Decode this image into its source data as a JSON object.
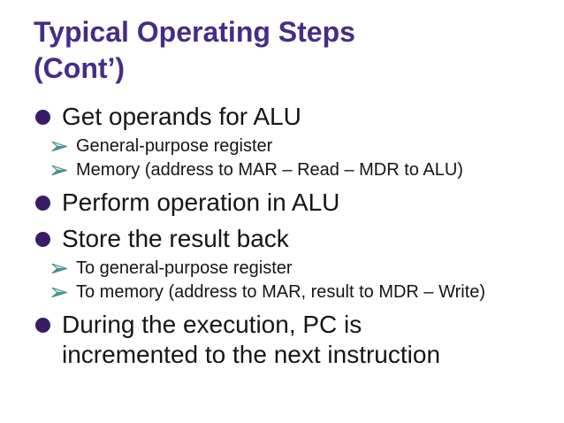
{
  "slide": {
    "title_lines": [
      "Typical Operating Steps",
      "(Cont’)"
    ],
    "items": [
      {
        "level": 1,
        "text": "Get operands for ALU"
      },
      {
        "level": 2,
        "text": "General-purpose register"
      },
      {
        "level": 2,
        "text": "Memory (address to MAR – Read – MDR to ALU)"
      },
      {
        "level": 1,
        "text": "Perform operation in ALU"
      },
      {
        "level": 1,
        "text": "Store the result back"
      },
      {
        "level": 2,
        "text": "To general-purpose register"
      },
      {
        "level": 2,
        "text": "To memory (address to MAR, result to MDR – Write)"
      },
      {
        "level": 1,
        "text": "During the execution, PC is\nincremented to the next instruction"
      }
    ],
    "colors": {
      "title": "#452d87",
      "bullet_disc": "#3a1c66",
      "arrow_teal": "#4c9090",
      "arrow_light": "#d5e6e6",
      "body_text": "#151515",
      "background": "#ffffff"
    }
  }
}
